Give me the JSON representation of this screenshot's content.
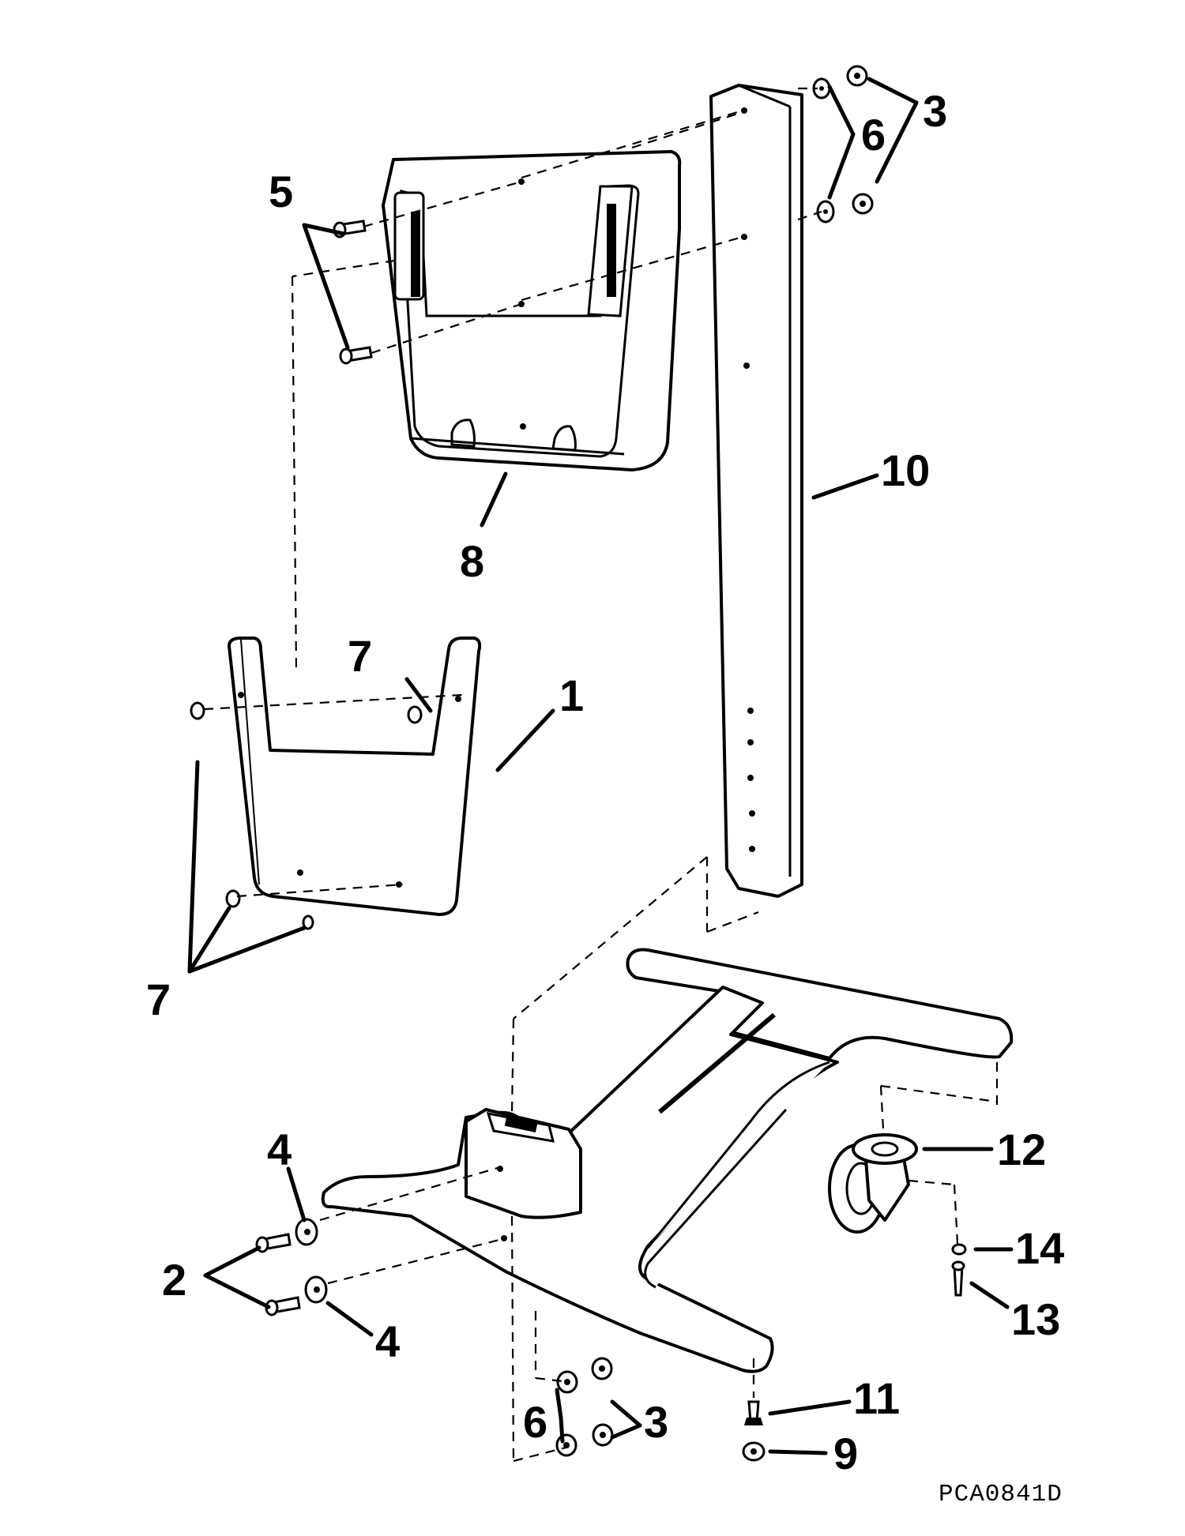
{
  "drawing_code": "PCA0841D",
  "callouts": {
    "c1": "1",
    "c2": "2",
    "c3_top": "3",
    "c3_bottom": "3",
    "c4_top": "4",
    "c4_bottom": "4",
    "c5": "5",
    "c6_top": "6",
    "c6_bottom": "6",
    "c7_top": "7",
    "c7_bottom": "7",
    "c8": "8",
    "c9": "9",
    "c10": "10",
    "c11": "11",
    "c12": "12",
    "c13": "13",
    "c14": "14"
  },
  "colors": {
    "ink": "#000000",
    "paper": "#ffffff"
  }
}
